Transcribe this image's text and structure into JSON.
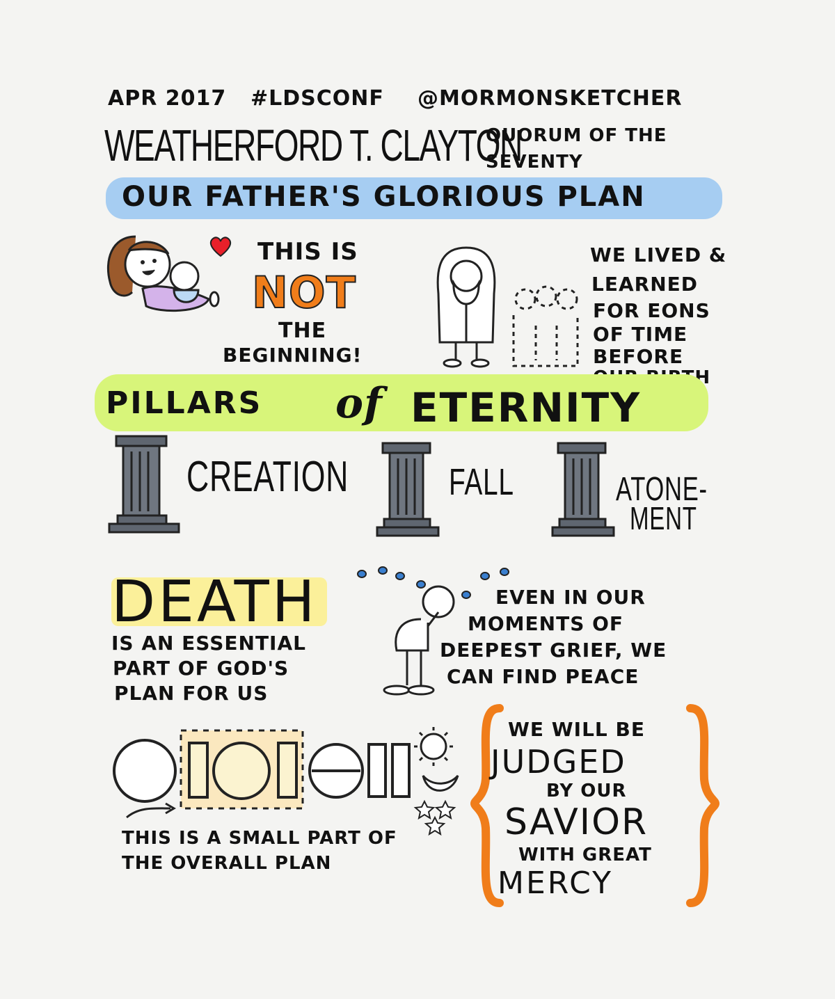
{
  "header": {
    "date": "APR 2017",
    "hashtag": "#LDSCONF",
    "handle": "@MORMONSKETCHER"
  },
  "speaker": {
    "name": "WEATHERFORD T. CLAYTON",
    "role_line1": "QUORUM OF THE",
    "role_line2": "SEVENTY"
  },
  "talk_title": "OUR FATHER'S GLORIOUS PLAN",
  "not_beginning": {
    "line1": "THIS IS",
    "emphasis": "NOT",
    "line3": "THE",
    "line4": "BEGINNING!"
  },
  "premortal": {
    "line1": "WE LIVED &",
    "line2": "LEARNED",
    "line3": "FOR EONS",
    "line4": "OF TIME",
    "line5": "BEFORE",
    "line6": "OUR BIRTH"
  },
  "pillars": {
    "title_a": "PILLARS",
    "title_of": "of",
    "title_b": "ETERNITY",
    "items": [
      "CREATION",
      "FALL",
      "ATONE-",
      "MENT"
    ]
  },
  "death": {
    "word": "DEATH",
    "line1": "IS AN ESSENTIAL",
    "line2": "PART OF GOD'S",
    "line3": "PLAN FOR US"
  },
  "grief": {
    "line1": "EVEN IN OUR",
    "line2": "MOMENTS OF",
    "line3": "DEEPEST GRIEF, WE",
    "line4": "CAN FIND PEACE"
  },
  "plan": {
    "line1": "THIS IS A SMALL PART OF",
    "line2": "THE OVERALL PLAN"
  },
  "judged": {
    "line1": "WE WILL BE",
    "line2": "JUDGED",
    "line3": "BY OUR",
    "line4": "SAVIOR",
    "line5": "WITH GREAT",
    "line6": "MERCY"
  },
  "colors": {
    "blue_highlight": "#a6cdf2",
    "green_highlight": "#d8f57a",
    "yellow_highlight": "#fbf09a",
    "orange_accent": "#f07d1a",
    "heart_red": "#e8202a",
    "tear_blue": "#3a7fcf"
  }
}
